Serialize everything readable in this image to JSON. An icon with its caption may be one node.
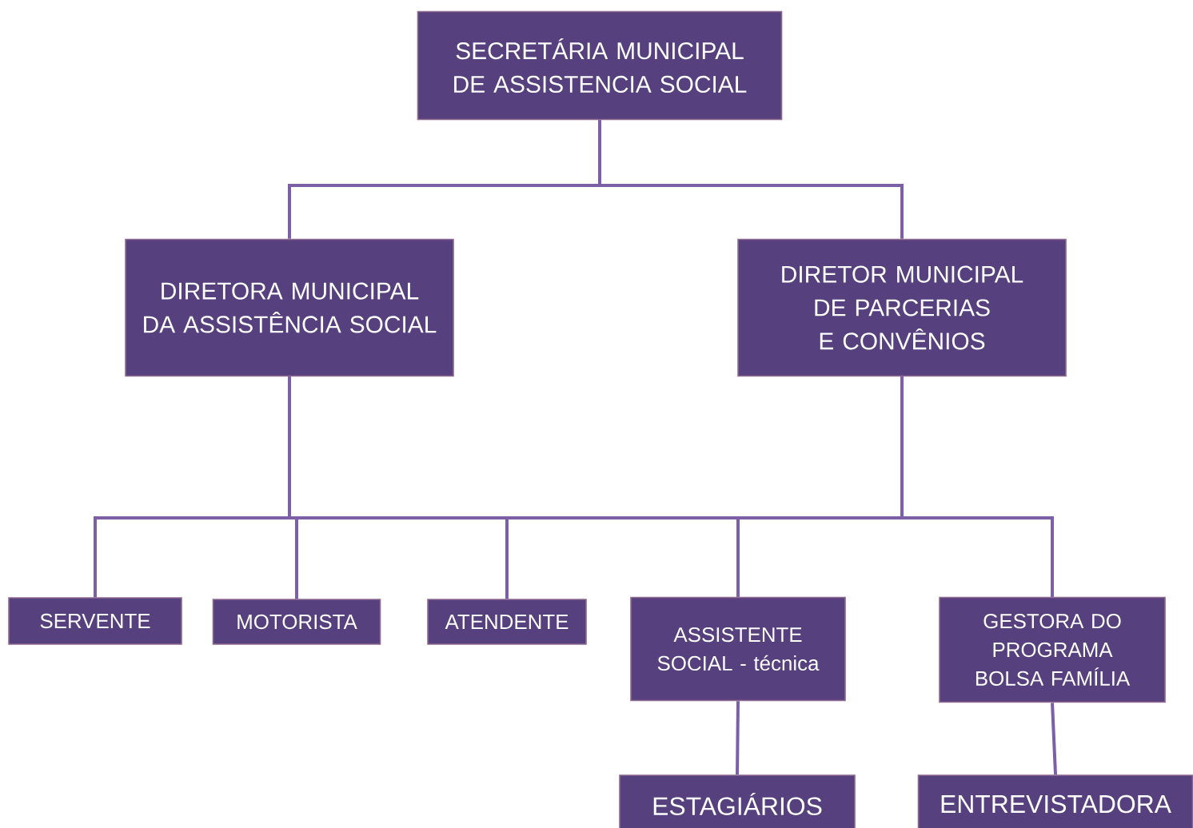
{
  "diagram": {
    "nodes": [
      {
        "text": [
          "SECRETÁRIA MUNICIPAL DE ASSISTENCIA SOCIAL"
        ]
      },
      {
        "text": [
          "DIRETORA MUNICIPAL DA ASSISTÊNCIA SOCIAL"
        ]
      },
      {
        "text": [
          "DIRETOR MUNICIPAL DE PARCERIAS E CONVÊNIOS"
        ]
      },
      {
        "text": [
          "SERVENTE"
        ]
      },
      {
        "text": [
          "MOTORISTA"
        ]
      },
      {
        "text": [
          "ATENDENTE"
        ]
      },
      {
        "text": [
          "ASSISTENTE SOCIAL - técnica"
        ]
      },
      {
        "text": [
          "GESTORA DO PROGRAMA BOLSA FAMÍLIA"
        ]
      },
      {
        "text": [
          "ESTAGIÁRIOS"
        ]
      },
      {
        "text": [
          "ENTREVISTADORA"
        ]
      }
    ],
    "edges": [
      {
        "from": 0,
        "to": 1,
        "arrow": "none"
      },
      {
        "from": 0,
        "to": 2,
        "arrow": "none"
      },
      {
        "from": 1,
        "to": 3,
        "arrow": "none"
      },
      {
        "from": 1,
        "to": 4,
        "arrow": "none"
      },
      {
        "from": 1,
        "to": 5,
        "arrow": "none"
      },
      {
        "from": 1,
        "to": 6,
        "arrow": "none"
      },
      {
        "from": 1,
        "to": 7,
        "arrow": "none"
      },
      {
        "from": 2,
        "to": 3,
        "arrow": "none"
      },
      {
        "from": 2,
        "to": 4,
        "arrow": "none"
      },
      {
        "from": 2,
        "to": 5,
        "arrow": "none"
      },
      {
        "from": 2,
        "to": 6,
        "arrow": "none"
      },
      {
        "from": 2,
        "to": 7,
        "arrow": "none"
      },
      {
        "from": 6,
        "to": 8,
        "arrow": "none"
      },
      {
        "from": 7,
        "to": 9,
        "arrow": "none"
      }
    ]
  }
}
